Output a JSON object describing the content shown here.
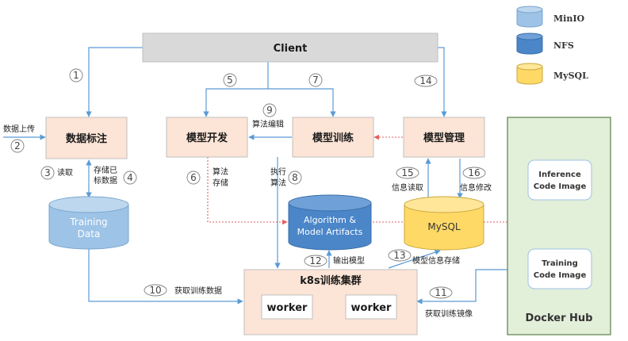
{
  "colors": {
    "box_fill": "#fce4d6",
    "box_stroke": "#bfbfbf",
    "client_fill": "#d9d9d9",
    "hub_fill": "#e2efd9",
    "hub_stroke": "#5b7f4a",
    "arrow_blue": "#5b9bd5",
    "arrow_red": "#e06060",
    "minio_color": "#9dc3e6",
    "nfs_color": "#4a86c8",
    "mysql_color": "#ffd966"
  },
  "legend": [
    {
      "label": "MinIO",
      "color_key": "minio_color"
    },
    {
      "label": "NFS",
      "color_key": "nfs_color"
    },
    {
      "label": "MySQL",
      "color_key": "mysql_color"
    }
  ],
  "nodes": {
    "client": "Client",
    "data_annotation": "数据标注",
    "model_dev": "模型开发",
    "model_train": "模型训练",
    "model_manage": "模型管理",
    "k8s_cluster": "k8s训练集群",
    "worker_1": "worker",
    "worker_2": "worker",
    "training_data": [
      "Training",
      "Data"
    ],
    "artifacts": [
      "Algorithm &",
      "Model Artifacts"
    ],
    "mysql": "MySQL",
    "docker_hub": "Docker Hub",
    "inference_image": [
      "Inference",
      "Code Image"
    ],
    "training_image": [
      "Training",
      "Code Image"
    ]
  },
  "annotations": {
    "data_upload": "数据上传",
    "read": "读取",
    "stored_labeled": [
      "存储已",
      "标数据"
    ],
    "algo_edit": "算法编辑",
    "algo_store": [
      "算法",
      "存储"
    ],
    "exec_algo": [
      "执行",
      "算法"
    ],
    "info_read": "信息读取",
    "info_modify": "信息修改",
    "output_model": "输出模型",
    "model_info_store": "模型信息存储",
    "get_train_data": "获取训练数据",
    "get_train_image": "获取训练镜像"
  },
  "steps": {
    "s1": "1",
    "s2": "2",
    "s3": "3",
    "s4": "4",
    "s5": "5",
    "s6": "6",
    "s7": "7",
    "s8": "8",
    "s9": "9",
    "s10": "10",
    "s11": "11",
    "s12": "12",
    "s13": "13",
    "s14": "14",
    "s15": "15",
    "s16": "16"
  }
}
